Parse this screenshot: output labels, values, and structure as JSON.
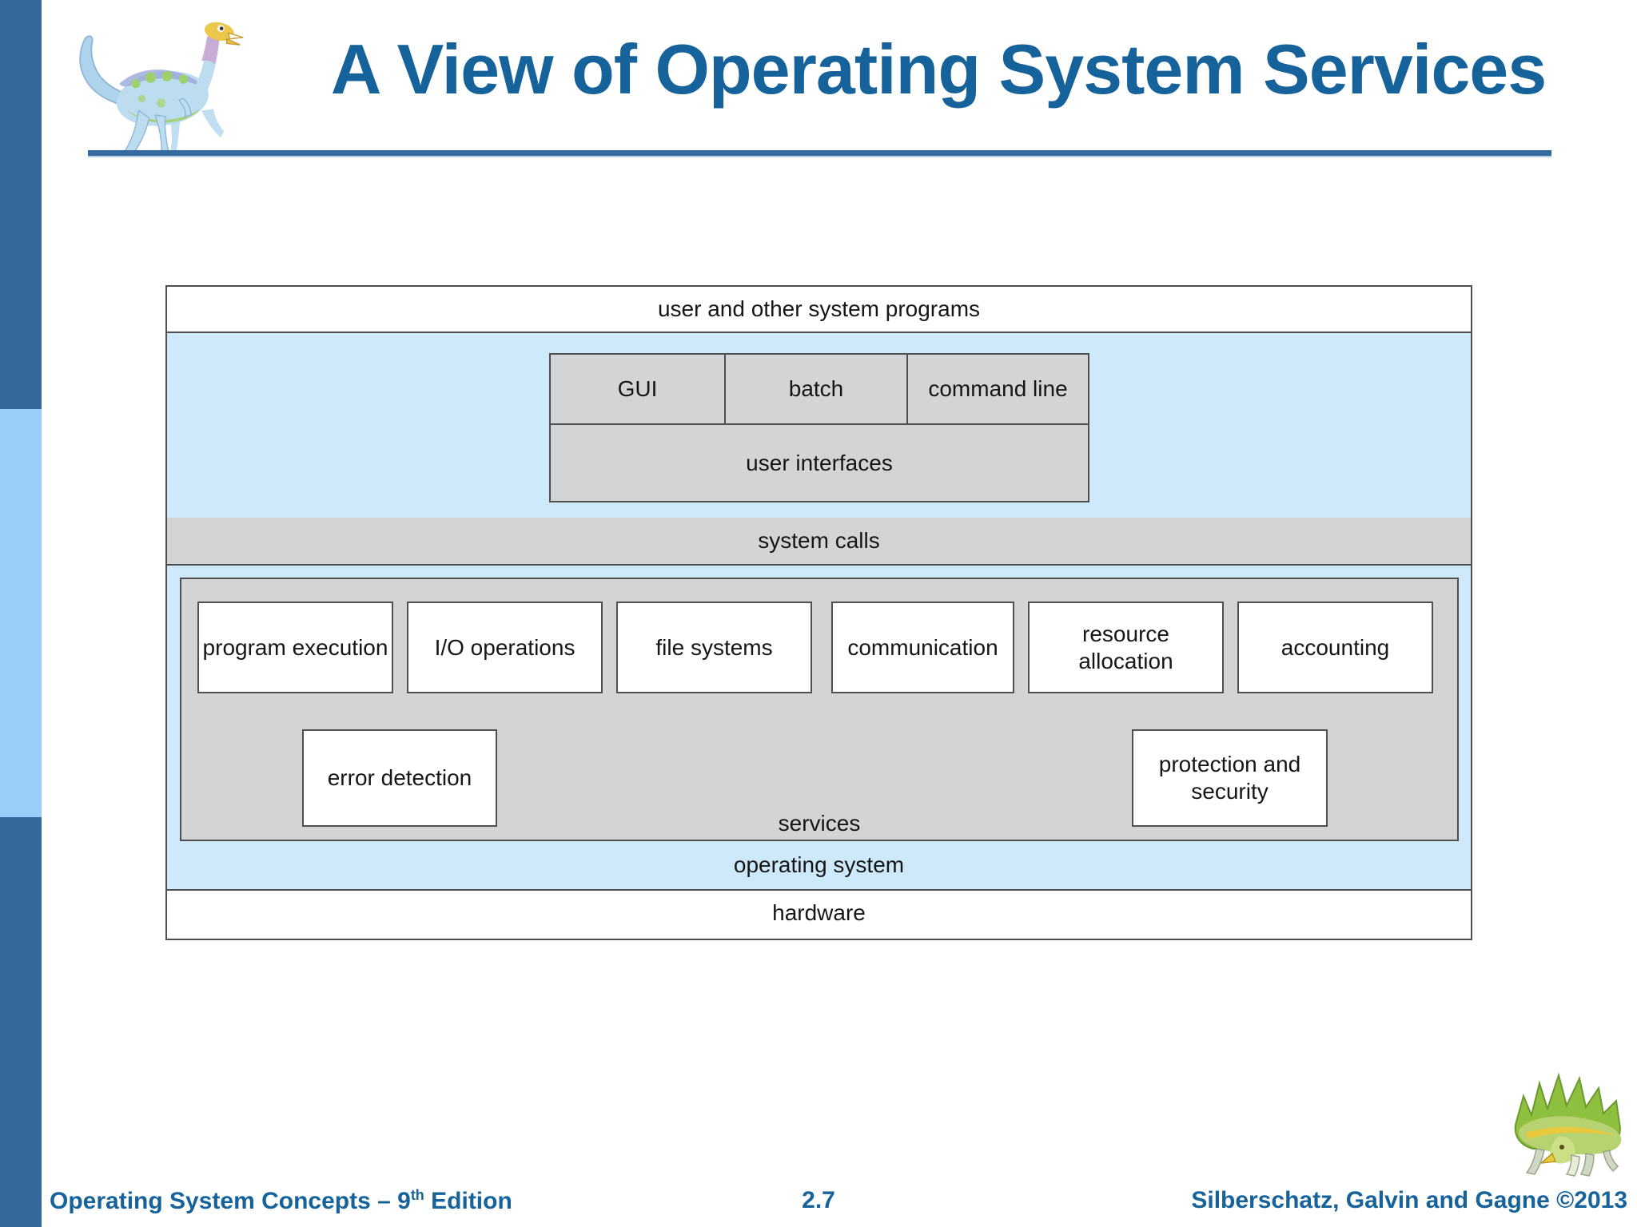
{
  "slide": {
    "title": "A View of Operating System Services"
  },
  "diagram": {
    "user_programs_label": "user and other system programs",
    "ui": {
      "gui": "GUI",
      "batch": "batch",
      "command_line": "command line",
      "user_interfaces": "user interfaces"
    },
    "system_calls_label": "system calls",
    "services": {
      "row1": [
        "program execution",
        "I/O operations",
        "file systems",
        "communication",
        "resource allocation",
        "accounting"
      ],
      "row2": [
        "error detection",
        "protection and security"
      ],
      "label": "services"
    },
    "operating_system_label": "operating system",
    "hardware_label": "hardware"
  },
  "footer": {
    "book_prefix": "Operating System Concepts – 9",
    "edition_sup": "th",
    "edition_rest": " Edition",
    "page": "2.7",
    "authors": "Silberschatz, Galvin and Gagne ©2013"
  },
  "icons": {
    "logo": "dinosaur-logo",
    "footer_image": "dinosaur-footer"
  },
  "colors": {
    "brand_blue": "#16629a",
    "rule_blue": "#36699c",
    "sidebar_dark": "#36689b",
    "sidebar_light": "#9acdf8",
    "diagram_light_blue": "#cde9fa",
    "diagram_gray": "#d3d4d6",
    "diagram_border": "#4f4f4f"
  }
}
